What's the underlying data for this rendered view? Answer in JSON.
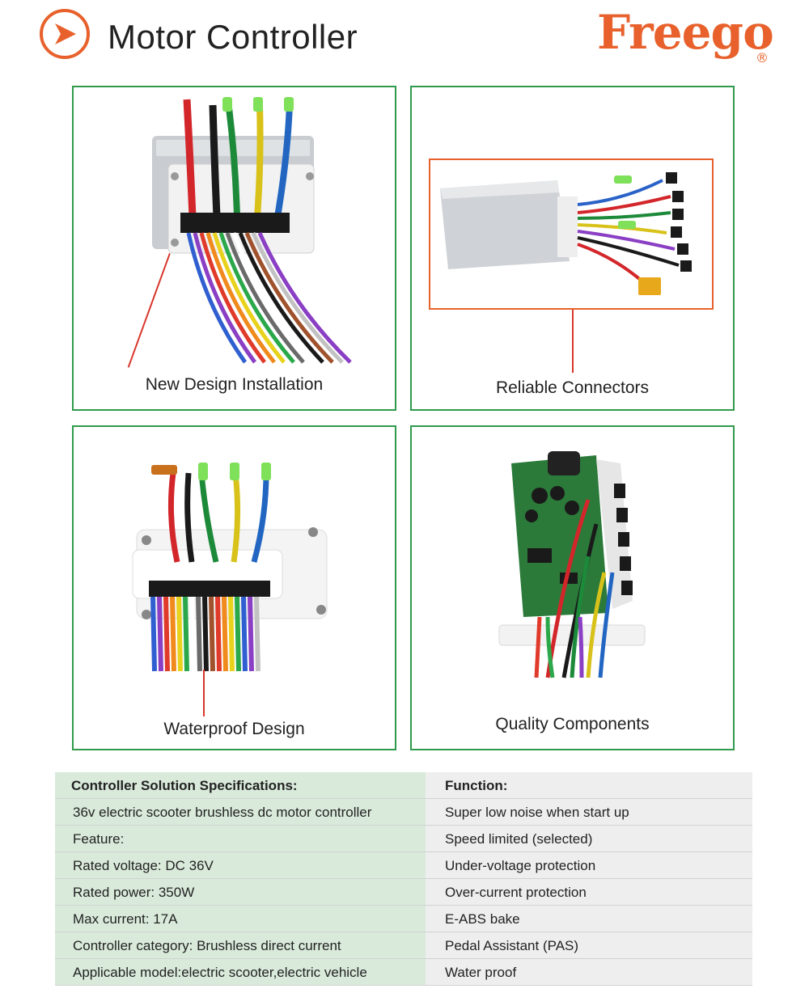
{
  "header": {
    "title": "Motor Controller",
    "icon": "play-arrow-icon",
    "accent_color": "#e8612c"
  },
  "brand": {
    "name": "Freego",
    "registered_mark": "®"
  },
  "panels": [
    {
      "caption": "New Design Installation",
      "image": "controller-plug-photo"
    },
    {
      "caption": "Reliable Connectors",
      "image": "controller-connectors-photo"
    },
    {
      "caption": "Waterproof Design",
      "image": "waterproof-plug-photo"
    },
    {
      "caption": "Quality Components",
      "image": "circuit-board-photo"
    }
  ],
  "colors": {
    "frame_green": "#2f9a4c",
    "arrow_red": "#d9362b",
    "spec_green": "#d9eadb",
    "spec_gray": "#eeeeee"
  },
  "specs": {
    "header_left": "Controller Solution Specifications:",
    "header_right": "Function:",
    "rows": [
      {
        "left": "36v electric scooter brushless dc motor controller",
        "right": "Super low noise when start up"
      },
      {
        "left": "Feature:",
        "right": "Speed limited (selected)"
      },
      {
        "left": "Rated voltage: DC 36V",
        "right": "Under-voltage protection"
      },
      {
        "left": "Rated power: 350W",
        "right": "Over-current protection"
      },
      {
        "left": "Max current: 17A",
        "right": "E-ABS bake"
      },
      {
        "left": "Controller category: Brushless direct current",
        "right": "Pedal Assistant (PAS)"
      },
      {
        "left": "Applicable model:electric scooter,electric vehicle",
        "right": "Water proof"
      }
    ]
  }
}
